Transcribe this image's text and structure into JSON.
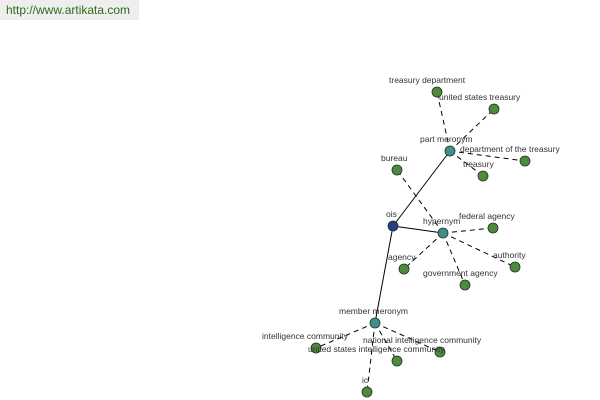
{
  "source_link": "http://www.artikata.com",
  "colors": {
    "root": "#2b3a8f",
    "relation": "#3f8f8a",
    "leaf": "#4f8a3c",
    "edge": "#000000"
  },
  "nodes": {
    "ois": {
      "label": "ois",
      "kind": "root"
    },
    "hypernym": {
      "label": "hypernym",
      "kind": "relation"
    },
    "part_meronym": {
      "label": "part meronym",
      "kind": "relation"
    },
    "member_meronym": {
      "label": "member meronym",
      "kind": "relation"
    },
    "treasury_department": {
      "label": "treasury department",
      "kind": "leaf"
    },
    "united_states_treasury": {
      "label": "united states treasury",
      "kind": "leaf"
    },
    "department_of_the_treasury": {
      "label": "department of the treasury",
      "kind": "leaf"
    },
    "treasury": {
      "label": "treasury",
      "kind": "leaf"
    },
    "bureau": {
      "label": "bureau",
      "kind": "leaf"
    },
    "federal_agency": {
      "label": "federal agency",
      "kind": "leaf"
    },
    "agency": {
      "label": "agency",
      "kind": "leaf"
    },
    "authority": {
      "label": "authority",
      "kind": "leaf"
    },
    "government_agency": {
      "label": "government agency",
      "kind": "leaf"
    },
    "intelligence_community": {
      "label": "intelligence community",
      "kind": "leaf"
    },
    "national_intelligence_community": {
      "label": "national intelligence community",
      "kind": "leaf"
    },
    "united_states_intelligence_community": {
      "label": "united states intelligence community",
      "kind": "leaf"
    },
    "ic": {
      "label": "ic",
      "kind": "leaf"
    }
  },
  "edges": [
    {
      "from": "ois",
      "to": "hypernym",
      "style": "solid"
    },
    {
      "from": "ois",
      "to": "part_meronym",
      "style": "solid"
    },
    {
      "from": "ois",
      "to": "member_meronym",
      "style": "solid"
    },
    {
      "from": "part_meronym",
      "to": "treasury_department",
      "style": "dashed"
    },
    {
      "from": "part_meronym",
      "to": "united_states_treasury",
      "style": "dashed"
    },
    {
      "from": "part_meronym",
      "to": "department_of_the_treasury",
      "style": "dashed"
    },
    {
      "from": "part_meronym",
      "to": "treasury",
      "style": "dashed"
    },
    {
      "from": "hypernym",
      "to": "bureau",
      "style": "dashed"
    },
    {
      "from": "hypernym",
      "to": "federal_agency",
      "style": "dashed"
    },
    {
      "from": "hypernym",
      "to": "agency",
      "style": "dashed"
    },
    {
      "from": "hypernym",
      "to": "authority",
      "style": "dashed"
    },
    {
      "from": "hypernym",
      "to": "government_agency",
      "style": "dashed"
    },
    {
      "from": "member_meronym",
      "to": "intelligence_community",
      "style": "dashed"
    },
    {
      "from": "member_meronym",
      "to": "national_intelligence_community",
      "style": "dashed"
    },
    {
      "from": "member_meronym",
      "to": "united_states_intelligence_community",
      "style": "dashed"
    },
    {
      "from": "member_meronym",
      "to": "ic",
      "style": "dashed"
    }
  ]
}
